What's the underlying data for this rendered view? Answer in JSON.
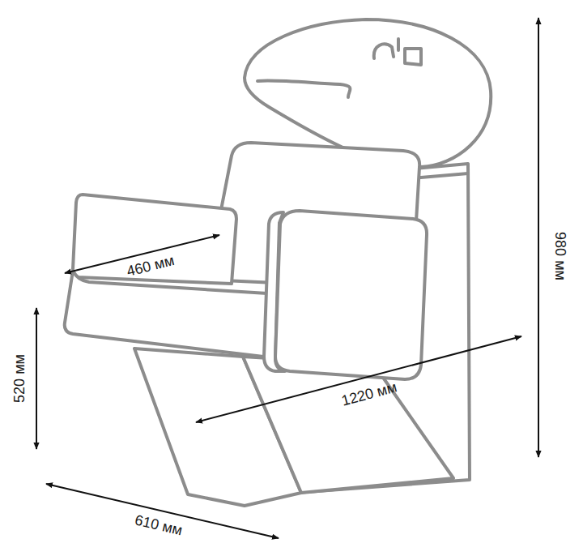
{
  "diagram": {
    "labels": [
      "980 мм",
      "460 мм",
      "520 мм",
      "1220 мм",
      "610 мм"
    ]
  }
}
